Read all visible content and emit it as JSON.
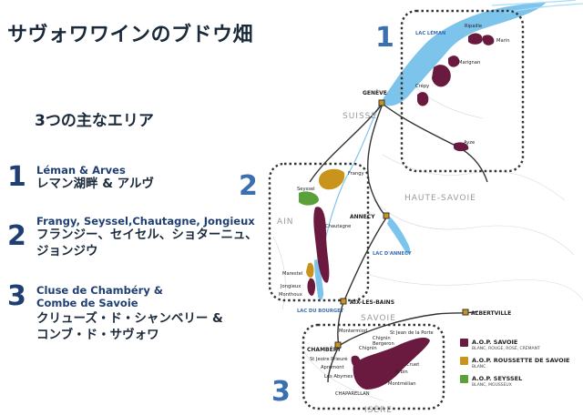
{
  "title": "サヴォワワインのブドウ畑",
  "subtitle": "3つの主なエリア",
  "areas": [
    {
      "number": "1",
      "line1": "Léman & Arves",
      "line2": "レマン湖畔 & アルヴ"
    },
    {
      "number": "2",
      "line1": "Frangy, Seyssel,Chautagne, Jongieux",
      "line2": "フランジー、セイセル、ショターニュ、",
      "line3": "ジョンジウ"
    },
    {
      "number": "3",
      "line1": "Cluse de Chambéry &",
      "line1b": "Combe de Savoie",
      "line2": "クリューズ・ド・シャンベリー &",
      "line3": "コンブ・ド・サヴォワ"
    }
  ],
  "map": {
    "region_numbers": [
      "1",
      "2",
      "3"
    ],
    "lakes": {
      "leman": "LAC LÉMAN",
      "annecy": "LAC D'ANNECY",
      "bourget": "LAC DU BOURGET"
    },
    "regions": {
      "suisse": "SUISSE",
      "haute_savoie": "HAUTE-SAVOIE",
      "ain": "AIN",
      "savoie": "SAVOIE",
      "isere": "ISÈRE"
    },
    "cities": {
      "geneve": "GENÈVE",
      "annecy": "ANNECY",
      "aix": "AIX-LES-BAINS",
      "chambery": "CHAMBÉRY",
      "albertville": "ALBERTVILLE"
    },
    "crus": {
      "ripaille": "Ripaille",
      "marin": "Marin",
      "marignan": "Marignan",
      "crepy": "Crépy",
      "ayze": "Ayze",
      "frangy": "Frangy",
      "seyssel": "Seyssel",
      "chautagne": "Chautagne",
      "marestel": "Marestel",
      "jongieux": "Jongieux",
      "monthoux": "Monthoux",
      "montermiod": "Montermiod",
      "st_jean": "St Jean de la Porte",
      "chignin": "Chignin",
      "bergeron": "Bergeron",
      "chignin2": "Chignin",
      "st_jeoire": "St Jeoire Prieuré",
      "apremont": "Apremont",
      "les_abymes": "Les Abymes",
      "cruet": "Cruet",
      "arbin": "Arbin",
      "montmelian": "Montmélian",
      "chaparellan": "CHAPARELLAN"
    }
  },
  "legend": [
    {
      "title": "A.O.P. SAVOIE",
      "sub": "BLANC, ROUGE, ROSÉ, CRÉMANT",
      "color": "#6b1a3f"
    },
    {
      "title": "A.O.P. ROUSSETTE DE SAVOIE",
      "sub": "BLANC",
      "color": "#c8941c"
    },
    {
      "title": "A.O.P. SEYSSEL",
      "sub": "BLANC, MOUSSEUX",
      "color": "#5aa13a"
    }
  ],
  "colors": {
    "savoie": "#6b1a3f",
    "roussette": "#c8941c",
    "seyssel": "#5aa13a",
    "water": "#7cc4ec",
    "accent": "#1f3f73"
  }
}
